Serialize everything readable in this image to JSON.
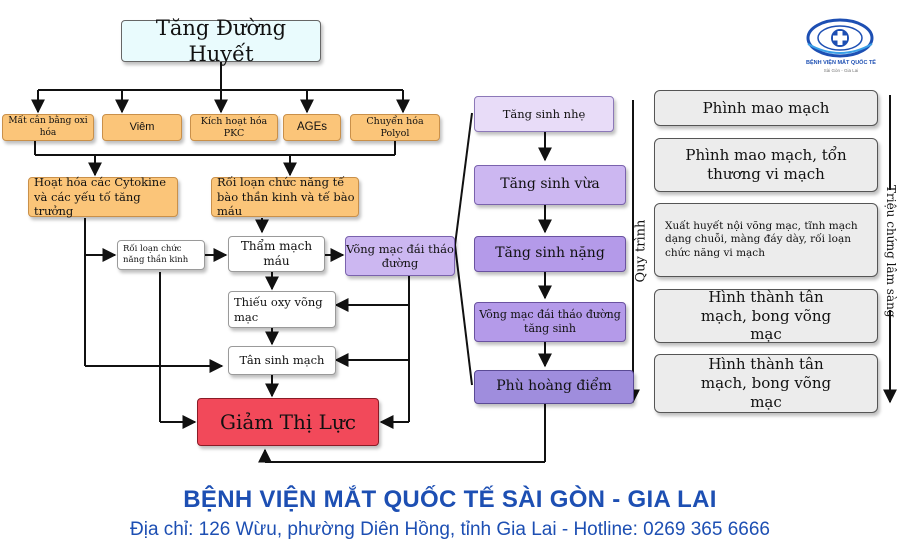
{
  "diagram": {
    "root": "Tăng Đường Huyết",
    "causes": [
      "Mất cân bằng oxi hóa",
      "Viêm",
      "Kích hoạt hóa PKC",
      "AGEs",
      "Chuyển hóa Polyol"
    ],
    "mediator_left": "Hoạt hóa các Cytokine và các yếu tố tăng trưởng",
    "mediator_right": "Rối loạn chức năng tế bào thần kinh và tế bào máu",
    "neuro_dysfunction": "Rối loạn chức năng thần kinh",
    "vascular_leak": "Thẩm mạch máu",
    "retinopathy": "Võng mạc đái tháo đường",
    "hypoxia": "Thiếu oxy võng mạc",
    "neovascular": "Tân sinh mạch",
    "outcome": "Giảm Thị Lực"
  },
  "stages": {
    "items": [
      "Tăng sinh nhẹ",
      "Tăng sinh vừa",
      "Tăng sinh nặng",
      "Võng mạc đái tháo đường tăng sinh",
      "Phù hoàng điểm"
    ],
    "axis_label": "Quy trình"
  },
  "symptoms": {
    "items": [
      "Phình mao mạch",
      "Phình mao mạch, tổn thương vi mạch",
      "Xuất huyết nội võng mạc, tĩnh mạch dạng chuỗi, màng đáy dày, rối loạn chức năng vi mạch",
      "Hình thành tân mạch, bong võng mạc",
      "Hình thành tân mạch, bong võng mạc"
    ],
    "axis_label": "Triệu chứng lâm sàng"
  },
  "logo": {
    "name": "BỆNH VIỆN MẮT QUỐC TẾ",
    "sub": "Sài Gòn - Gia Lai"
  },
  "footer": {
    "title": "BỆNH VIỆN MẮT QUỐC TẾ SÀI GÒN - GIA LAI",
    "address": "Địa chỉ: 126 Wừu, phường Diên Hồng, tỉnh Gia Lai - Hotline: 0269 365 6666"
  },
  "colors": {
    "orange": "#fbc579",
    "outcome_red": "#f2495a",
    "lavender": "#ccb7f1",
    "purple": "#9f8ddd",
    "footer_blue": "#1d4fb3"
  }
}
